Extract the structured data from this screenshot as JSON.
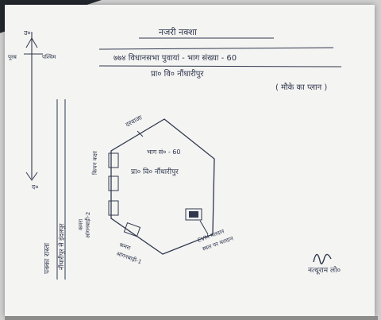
{
  "document": {
    "type": "handwritten site map (naksha)",
    "ink_color": "#30384f",
    "paper_color": "#f4f4f2",
    "header": {
      "title": "नजरी नक्शा",
      "line1": "७७४ विधानसभा पुवायां - भाग संख्या - 60",
      "line2": "प्रा० वि० नौंधारीपुर",
      "side_label": "( मौके का प्लान )"
    },
    "compass": {
      "north_label": "उ०",
      "east_label": "पूरब",
      "west_label": "पश्चिम",
      "south_label": "द०"
    },
    "road_label": "पक्का रास्ता",
    "left_label": "नौंधारीपुर से इंदलपुर",
    "building": {
      "label_door": "दरवाजा",
      "left_room_label": "किचन कक्षा",
      "center_text_1": "भाग सं० - 60",
      "center_text_2": "प्रा० वि० नौंधारीपुर",
      "left_wall_rooms": [
        "कमरा",
        "आंगनबाड़ी-2"
      ],
      "bottom_room": [
        "कमरा",
        "आंगनबाड़ी-1"
      ],
      "right_note_1": "EVM मतदान",
      "right_note_2": "स्थल पर मतदान"
    },
    "signature": {
      "name_text": "नत्थूराम लो०"
    }
  }
}
